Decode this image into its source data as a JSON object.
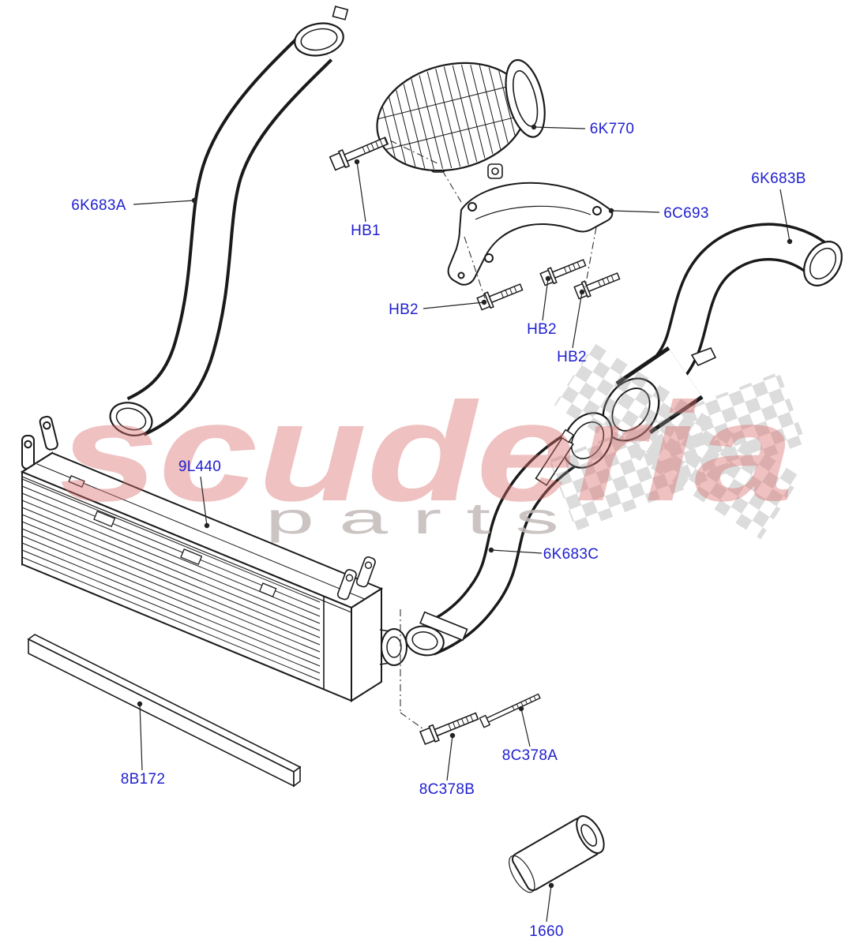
{
  "watermark": {
    "brand": "scuderia",
    "sub": "p a r t s",
    "brand_color": "#d96c6c",
    "sub_color": "#c2bab8",
    "flag_color": "#9a9a9a"
  },
  "label_color": "#2020d0",
  "labels": [
    {
      "text": "6K683A"
    },
    {
      "text": "HB1"
    },
    {
      "text": "6K770"
    },
    {
      "text": "6C693"
    },
    {
      "text": "6K683B"
    },
    {
      "text": "HB2"
    },
    {
      "text": "HB2"
    },
    {
      "text": "HB2"
    },
    {
      "text": "9L440"
    },
    {
      "text": "6K683C"
    },
    {
      "text": "8B172"
    },
    {
      "text": "8C378B"
    },
    {
      "text": "8C378A"
    },
    {
      "text": "1660"
    }
  ]
}
